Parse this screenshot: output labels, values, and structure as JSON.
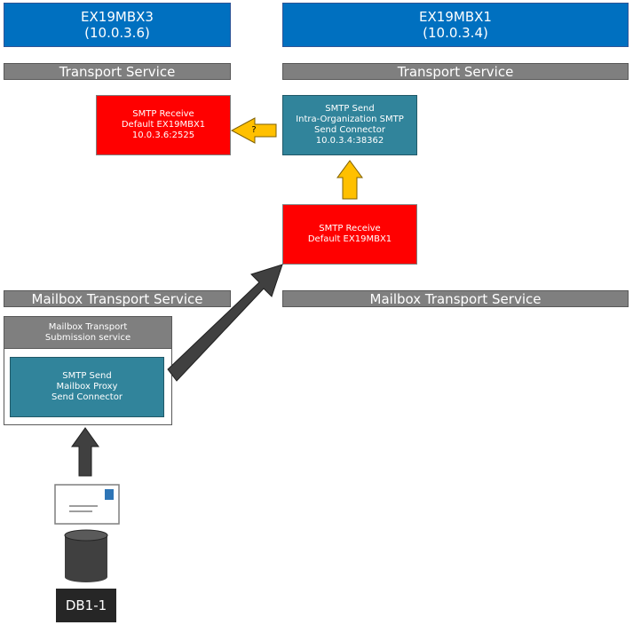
{
  "servers": {
    "left": {
      "name": "EX19MBX3",
      "ip": "(10.0.3.6)"
    },
    "right": {
      "name": "EX19MBX1",
      "ip": "(10.0.3.4)"
    }
  },
  "transport_service": {
    "left": "Transport Service",
    "right": "Transport Service"
  },
  "mailbox_transport_service": {
    "left": "Mailbox Transport Service",
    "right": "Mailbox Transport Service"
  },
  "smtp_receive_ex19mbx3": {
    "lines": [
      "SMTP Receive",
      "Default EX19MBX1",
      "10.0.3.6:2525"
    ]
  },
  "smtp_send_intra_org": {
    "lines": [
      "SMTP Send",
      "Intra-Organization SMTP",
      "Send Connector",
      "10.0.3.4:38362"
    ]
  },
  "smtp_receive_ex19mbx1": {
    "lines": [
      "SMTP Receive",
      "Default EX19MBX1"
    ]
  },
  "submission_service": {
    "lines": [
      "Mailbox Transport",
      "Submission service"
    ]
  },
  "smtp_send_mailbox_proxy": {
    "lines": [
      "SMTP Send",
      "Mailbox Proxy",
      "Send Connector"
    ]
  },
  "question_arrow_label": "?",
  "database": {
    "label": "DB1-1"
  },
  "colors": {
    "server_blue": "#0070c0",
    "service_gray": "#7f7f7f",
    "receive_red": "#ff0000",
    "send_teal": "#31849b",
    "arrow_yellow": "#ffc000",
    "arrow_dark": "#404040"
  },
  "icons": {
    "envelope": "envelope-icon",
    "database": "database-icon"
  }
}
